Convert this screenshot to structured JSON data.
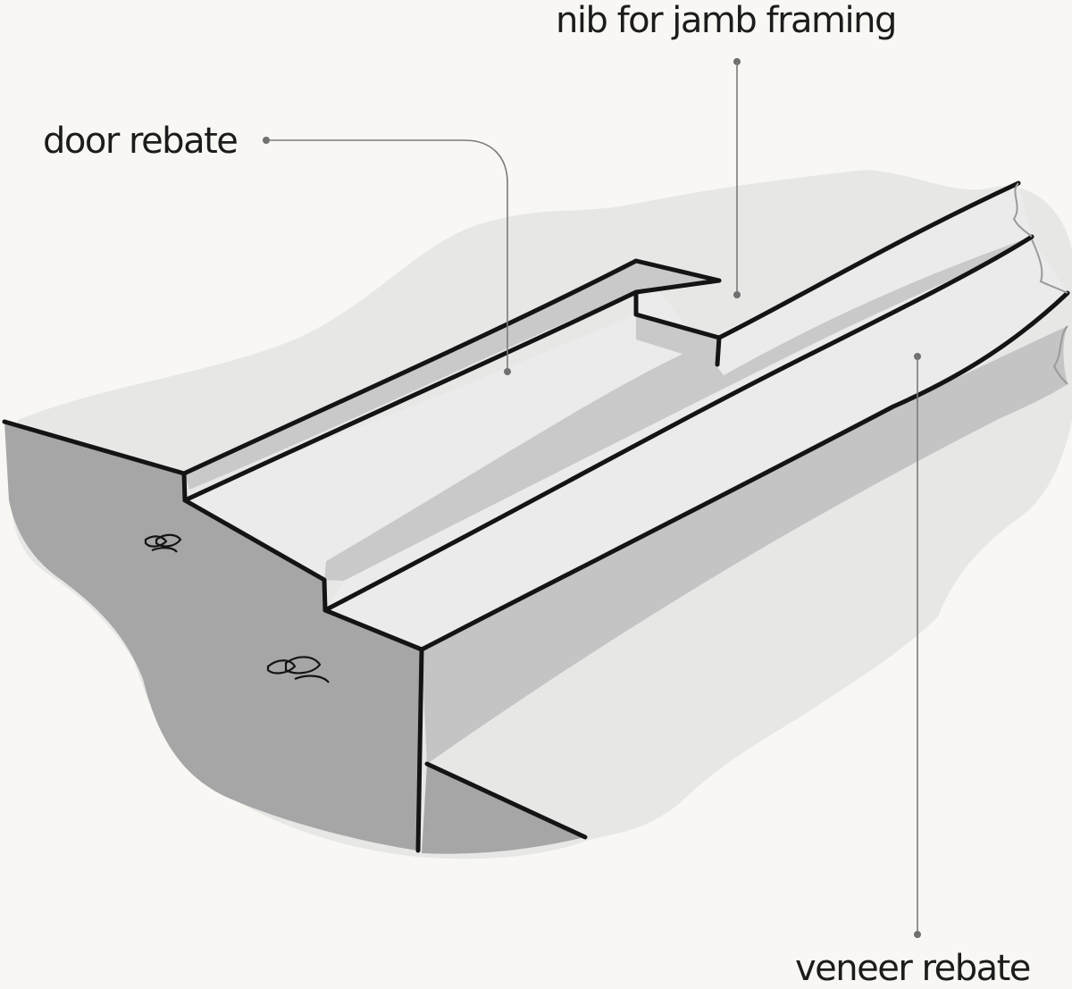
{
  "labels": {
    "nib": "nib for jamb framing",
    "door_rebate": "door rebate",
    "veneer_rebate": "veneer rebate"
  },
  "colors": {
    "background": "#f8f7f3",
    "shadow_halo": "#e7e7e6",
    "end_face": "#a6a6a6",
    "side_face": "#c4c4c4",
    "top_face": "#ebebeb",
    "rebate_wall": "#c9c9c9",
    "ink": "#141414",
    "leader": "#7a7a7a"
  }
}
